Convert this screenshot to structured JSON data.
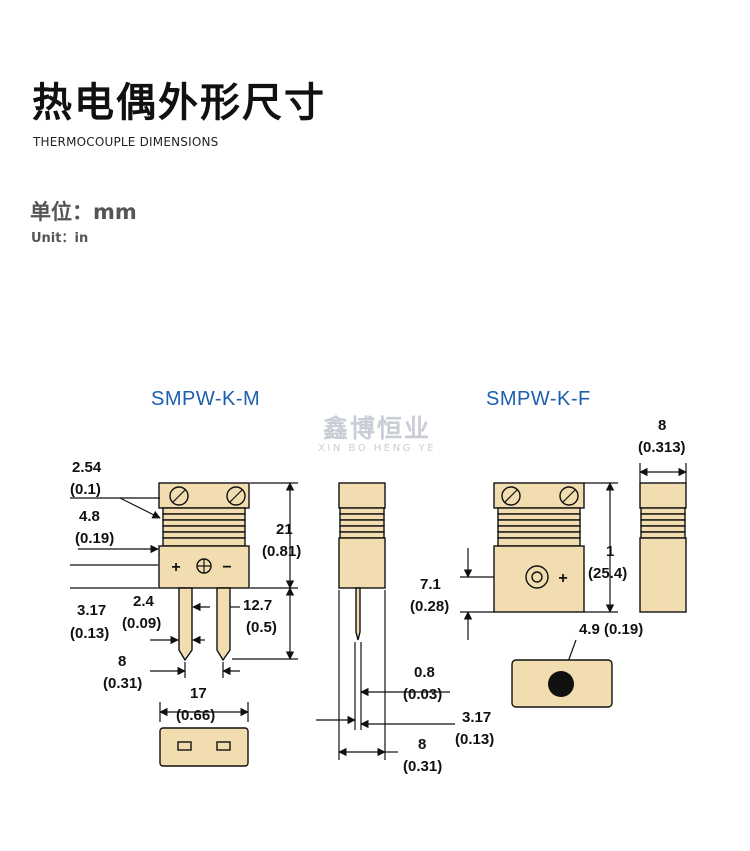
{
  "header": {
    "title": "热电偶外形尺寸",
    "subtitle": "THERMOCOUPLE DIMENSIONS",
    "unit_main": "单位：mm",
    "unit_sub": "Unit：in"
  },
  "watermark": {
    "cn": "鑫博恒业",
    "en": "XIN BO HENG YE"
  },
  "models": {
    "male": "SMPW-K-M",
    "female": "SMPW-K-F"
  },
  "male_dims": {
    "d1": "2.54",
    "d1_in": "(0.1)",
    "d2": "4.8",
    "d2_in": "(0.19)",
    "d3": "21",
    "d3_in": "(0.81)",
    "d4": "3.17",
    "d4_in": "(0.13)",
    "d5": "2.4",
    "d5_in": "(0.09)",
    "d6": "12.7",
    "d6_in": "(0.5)",
    "d7": "8",
    "d7_in": "(0.31)",
    "d8": "17",
    "d8_in": "(0.66)",
    "d9": "0.8",
    "d9_in": "(0.03)",
    "d10": "3.17",
    "d10_in": "(0.13)",
    "d11": "8",
    "d11_in": "(0.31)"
  },
  "female_dims": {
    "f1": "8",
    "f1_in": "(0.313)",
    "f2": "1",
    "f2_in": "(25.4)",
    "f3": "7.1",
    "f3_in": "(0.28)",
    "f4": "4.9 (0.19)"
  },
  "symbols": {
    "plus": "+",
    "minus": "−"
  },
  "colors": {
    "connector_body": "#f1ddb0",
    "label_blue": "#1d5fae",
    "watermark": "#c9ced6"
  }
}
